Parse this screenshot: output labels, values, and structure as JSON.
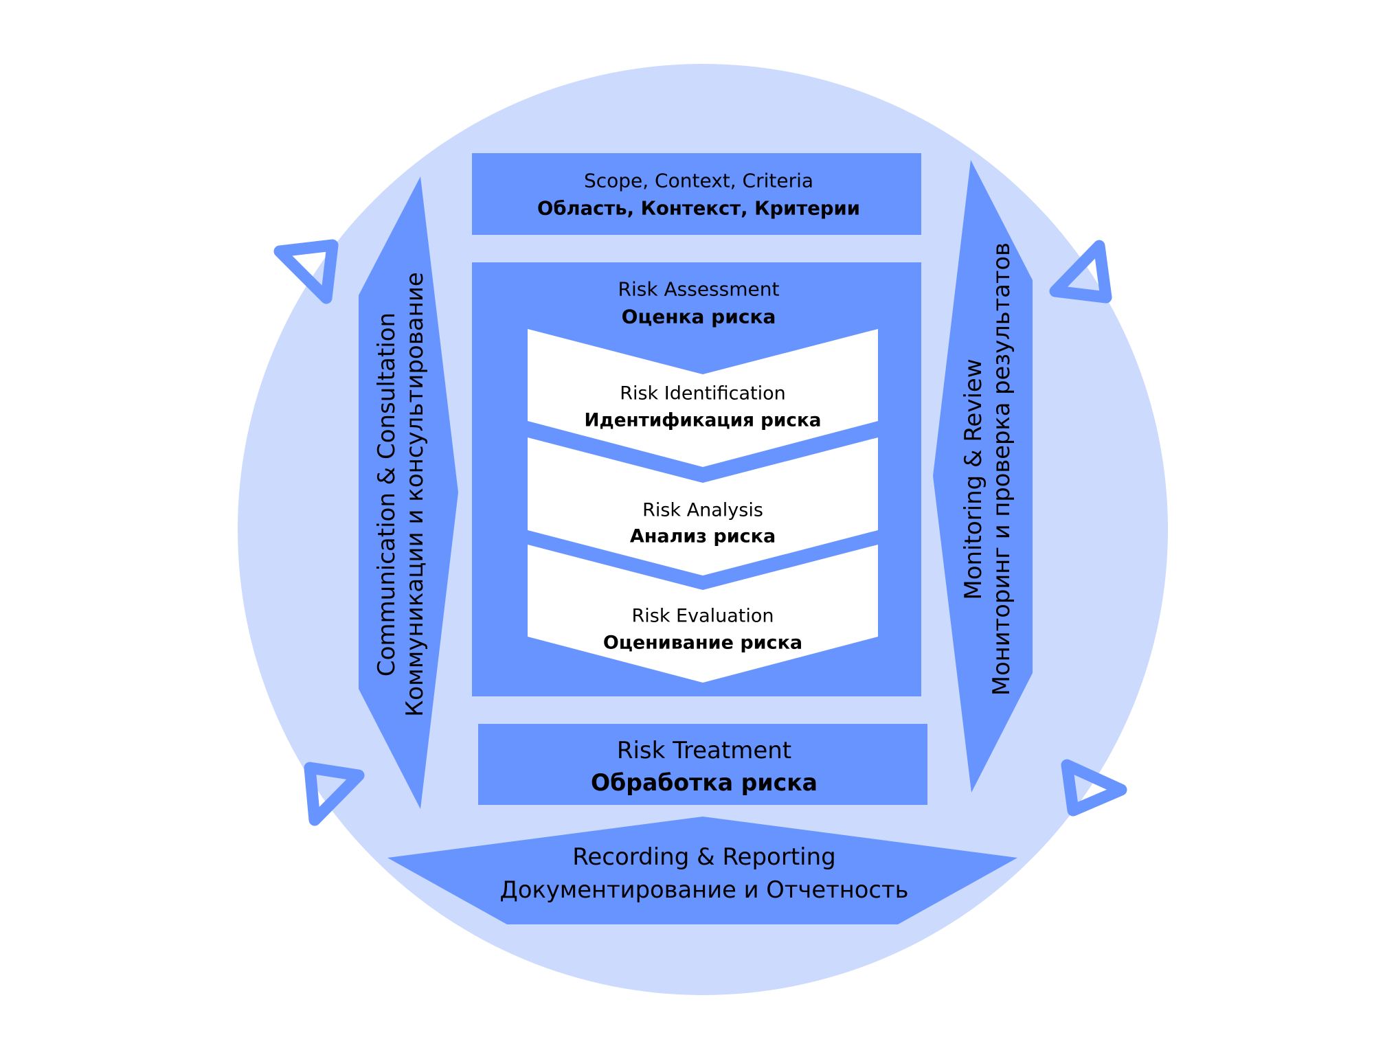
{
  "colors": {
    "background": "#ffffff",
    "circle": "#cbdafd",
    "primary": "#6894ff",
    "inner": "#ffffff",
    "text": "#000000"
  },
  "diagram": {
    "type": "risk-management-process",
    "scope": {
      "title_en": "Scope, Context, Criteria",
      "title_ru": "Область, Контекст, Критерии"
    },
    "assessment": {
      "title_en": "Risk Assessment",
      "title_ru": "Оценка риска",
      "steps": [
        {
          "title_en": "Risk Identification",
          "title_ru": "Идентификация риска"
        },
        {
          "title_en": "Risk Analysis",
          "title_ru": "Анализ риска"
        },
        {
          "title_en": "Risk Evaluation",
          "title_ru": "Оценивание риска"
        }
      ]
    },
    "treatment": {
      "title_en": "Risk Treatment",
      "title_ru": "Обработка риска"
    },
    "recording": {
      "title_en": "Recording & Reporting",
      "title_ru": "Документирование и Отчетность"
    },
    "communication": {
      "title_en": "Communication & Consultation",
      "title_ru": "Коммуникации и консультирование"
    },
    "monitoring": {
      "title_en": "Monitoring & Review",
      "title_ru": "Мониторинг и проверка результатов"
    },
    "cycle_markers": [
      {
        "name": "top-left-cycle-arrow",
        "icon": "triangle-outline-icon"
      },
      {
        "name": "top-right-cycle-arrow",
        "icon": "triangle-outline-icon"
      },
      {
        "name": "bottom-left-cycle-arrow",
        "icon": "triangle-outline-icon"
      },
      {
        "name": "bottom-right-cycle-arrow",
        "icon": "triangle-outline-icon"
      }
    ]
  }
}
